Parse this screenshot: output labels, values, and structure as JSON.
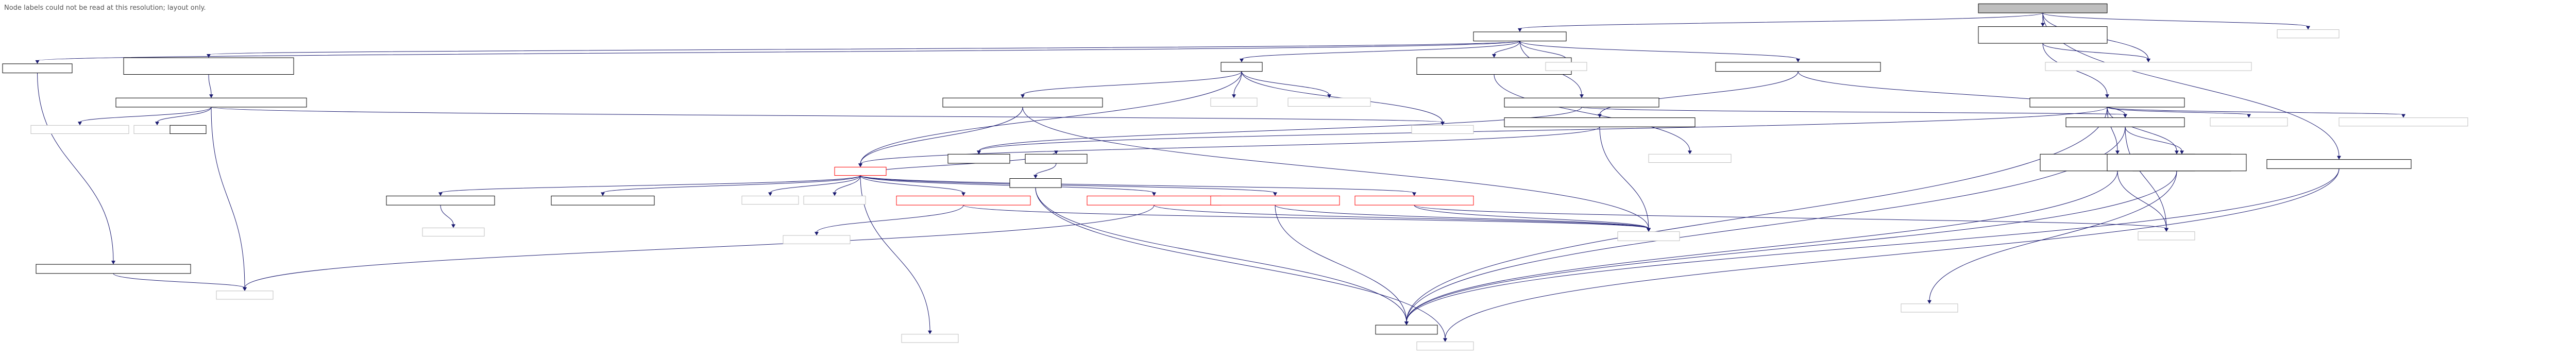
{
  "notice": "Node labels could not be read at this resolution; layout only.",
  "colors": {
    "edge": "#191970",
    "edge_highlight": "#8b1a1a",
    "node_border": "#000000",
    "node_border_muted": "#bfbfbf",
    "node_border_highlight": "#ff0000",
    "root_fill": "#bfbfbf",
    "node_fill": "#ffffff"
  },
  "nodes": [
    {
      "id": "root",
      "style": "root"
    },
    {
      "id": "a1",
      "style": "solid"
    },
    {
      "id": "a2",
      "style": "solid"
    },
    {
      "id": "a3",
      "style": "muted"
    },
    {
      "id": "b1",
      "style": "solid"
    },
    {
      "id": "b2",
      "style": "solid"
    },
    {
      "id": "b3",
      "style": "solid"
    },
    {
      "id": "b4",
      "style": "solid"
    },
    {
      "id": "b5",
      "style": "solid"
    },
    {
      "id": "b6",
      "style": "solid"
    },
    {
      "id": "b7",
      "style": "solid"
    },
    {
      "id": "b8",
      "style": "muted"
    },
    {
      "id": "b9",
      "style": "muted"
    },
    {
      "id": "c1",
      "style": "solid"
    },
    {
      "id": "c2",
      "style": "solid"
    },
    {
      "id": "c3",
      "style": "muted"
    },
    {
      "id": "c4",
      "style": "muted"
    },
    {
      "id": "c5",
      "style": "solid"
    },
    {
      "id": "c6",
      "style": "solid"
    },
    {
      "id": "c7",
      "style": "solid"
    },
    {
      "id": "c8",
      "style": "muted"
    },
    {
      "id": "c9",
      "style": "muted"
    },
    {
      "id": "d1",
      "style": "highlight"
    },
    {
      "id": "d2",
      "style": "muted"
    },
    {
      "id": "d3",
      "style": "muted"
    },
    {
      "id": "d4",
      "style": "muted"
    },
    {
      "id": "d5",
      "style": "solid"
    },
    {
      "id": "d6",
      "style": "solid"
    },
    {
      "id": "d7",
      "style": "solid"
    },
    {
      "id": "d8",
      "style": "solid"
    },
    {
      "id": "d9",
      "style": "muted"
    },
    {
      "id": "e1",
      "style": "solid"
    },
    {
      "id": "e2",
      "style": "solid"
    },
    {
      "id": "e3",
      "style": "solid"
    },
    {
      "id": "e4",
      "style": "muted"
    },
    {
      "id": "e5",
      "style": "highlight"
    },
    {
      "id": "e6",
      "style": "solid"
    },
    {
      "id": "e7",
      "style": "highlight"
    },
    {
      "id": "e8",
      "style": "highlight"
    },
    {
      "id": "e9",
      "style": "highlight"
    },
    {
      "id": "e10",
      "style": "solid"
    },
    {
      "id": "e11",
      "style": "muted"
    },
    {
      "id": "f1",
      "style": "muted"
    },
    {
      "id": "f2",
      "style": "solid"
    },
    {
      "id": "f3",
      "style": "muted"
    },
    {
      "id": "f4",
      "style": "muted"
    },
    {
      "id": "f5",
      "style": "muted"
    },
    {
      "id": "f6",
      "style": "muted"
    },
    {
      "id": "g1",
      "style": "muted"
    },
    {
      "id": "g2",
      "style": "solid"
    },
    {
      "id": "h1",
      "style": "muted"
    },
    {
      "id": "h2",
      "style": "muted"
    }
  ],
  "edges": [
    [
      "root",
      "a1"
    ],
    [
      "root",
      "a2"
    ],
    [
      "root",
      "a3"
    ],
    [
      "root",
      "b9"
    ],
    [
      "root",
      "c5"
    ],
    [
      "a1",
      "b1"
    ],
    [
      "a1",
      "b2"
    ],
    [
      "a1",
      "b3"
    ],
    [
      "a1",
      "b4"
    ],
    [
      "a1",
      "b5"
    ],
    [
      "a1",
      "b6"
    ],
    [
      "a1",
      "b8"
    ],
    [
      "a2",
      "b9"
    ],
    [
      "a2",
      "b7"
    ],
    [
      "b1",
      "e10"
    ],
    [
      "b2",
      "c1"
    ],
    [
      "b3",
      "c2"
    ],
    [
      "b3",
      "c3"
    ],
    [
      "b3",
      "c4"
    ],
    [
      "b3",
      "d2"
    ],
    [
      "b3",
      "d1"
    ],
    [
      "b4",
      "c6"
    ],
    [
      "b4",
      "c7"
    ],
    [
      "b5",
      "d9"
    ],
    [
      "b6",
      "c7"
    ],
    [
      "b6",
      "e1"
    ],
    [
      "b7",
      "c8"
    ],
    [
      "b7",
      "c9"
    ],
    [
      "b7",
      "d5"
    ],
    [
      "b7",
      "d8"
    ],
    [
      "b7",
      "e1"
    ],
    [
      "b7",
      "f2"
    ],
    [
      "c1",
      "d2"
    ],
    [
      "c1",
      "d3"
    ],
    [
      "c1",
      "d4"
    ],
    [
      "c1",
      "f1"
    ],
    [
      "c2",
      "d1"
    ],
    [
      "c2",
      "f4"
    ],
    [
      "c6",
      "d1"
    ],
    [
      "c6",
      "f4"
    ],
    [
      "c7",
      "d7"
    ],
    [
      "c7",
      "f5"
    ],
    [
      "c7",
      "f2"
    ],
    [
      "d1",
      "e2"
    ],
    [
      "d1",
      "e3"
    ],
    [
      "d1",
      "e4"
    ],
    [
      "d1",
      "e5"
    ],
    [
      "d1",
      "e6"
    ],
    [
      "d1",
      "e7"
    ],
    [
      "d1",
      "e8"
    ],
    [
      "d1",
      "e9"
    ],
    [
      "d1",
      "e11"
    ],
    [
      "d1",
      "g1"
    ],
    [
      "d5",
      "f5"
    ],
    [
      "d5",
      "f2"
    ],
    [
      "d8",
      "f2"
    ],
    [
      "d8",
      "h1"
    ],
    [
      "e2",
      "f6"
    ],
    [
      "e5",
      "f3"
    ],
    [
      "e5",
      "f4"
    ],
    [
      "e7",
      "f1"
    ],
    [
      "e7",
      "f4"
    ],
    [
      "e8",
      "f2"
    ],
    [
      "e8",
      "f4"
    ],
    [
      "e9",
      "f4"
    ],
    [
      "e9",
      "f5"
    ],
    [
      "e6",
      "g2"
    ],
    [
      "g2",
      "f2"
    ],
    [
      "g2",
      "h2"
    ],
    [
      "e10",
      "f1"
    ],
    [
      "c5",
      "f2"
    ],
    [
      "c5",
      "h2"
    ]
  ]
}
